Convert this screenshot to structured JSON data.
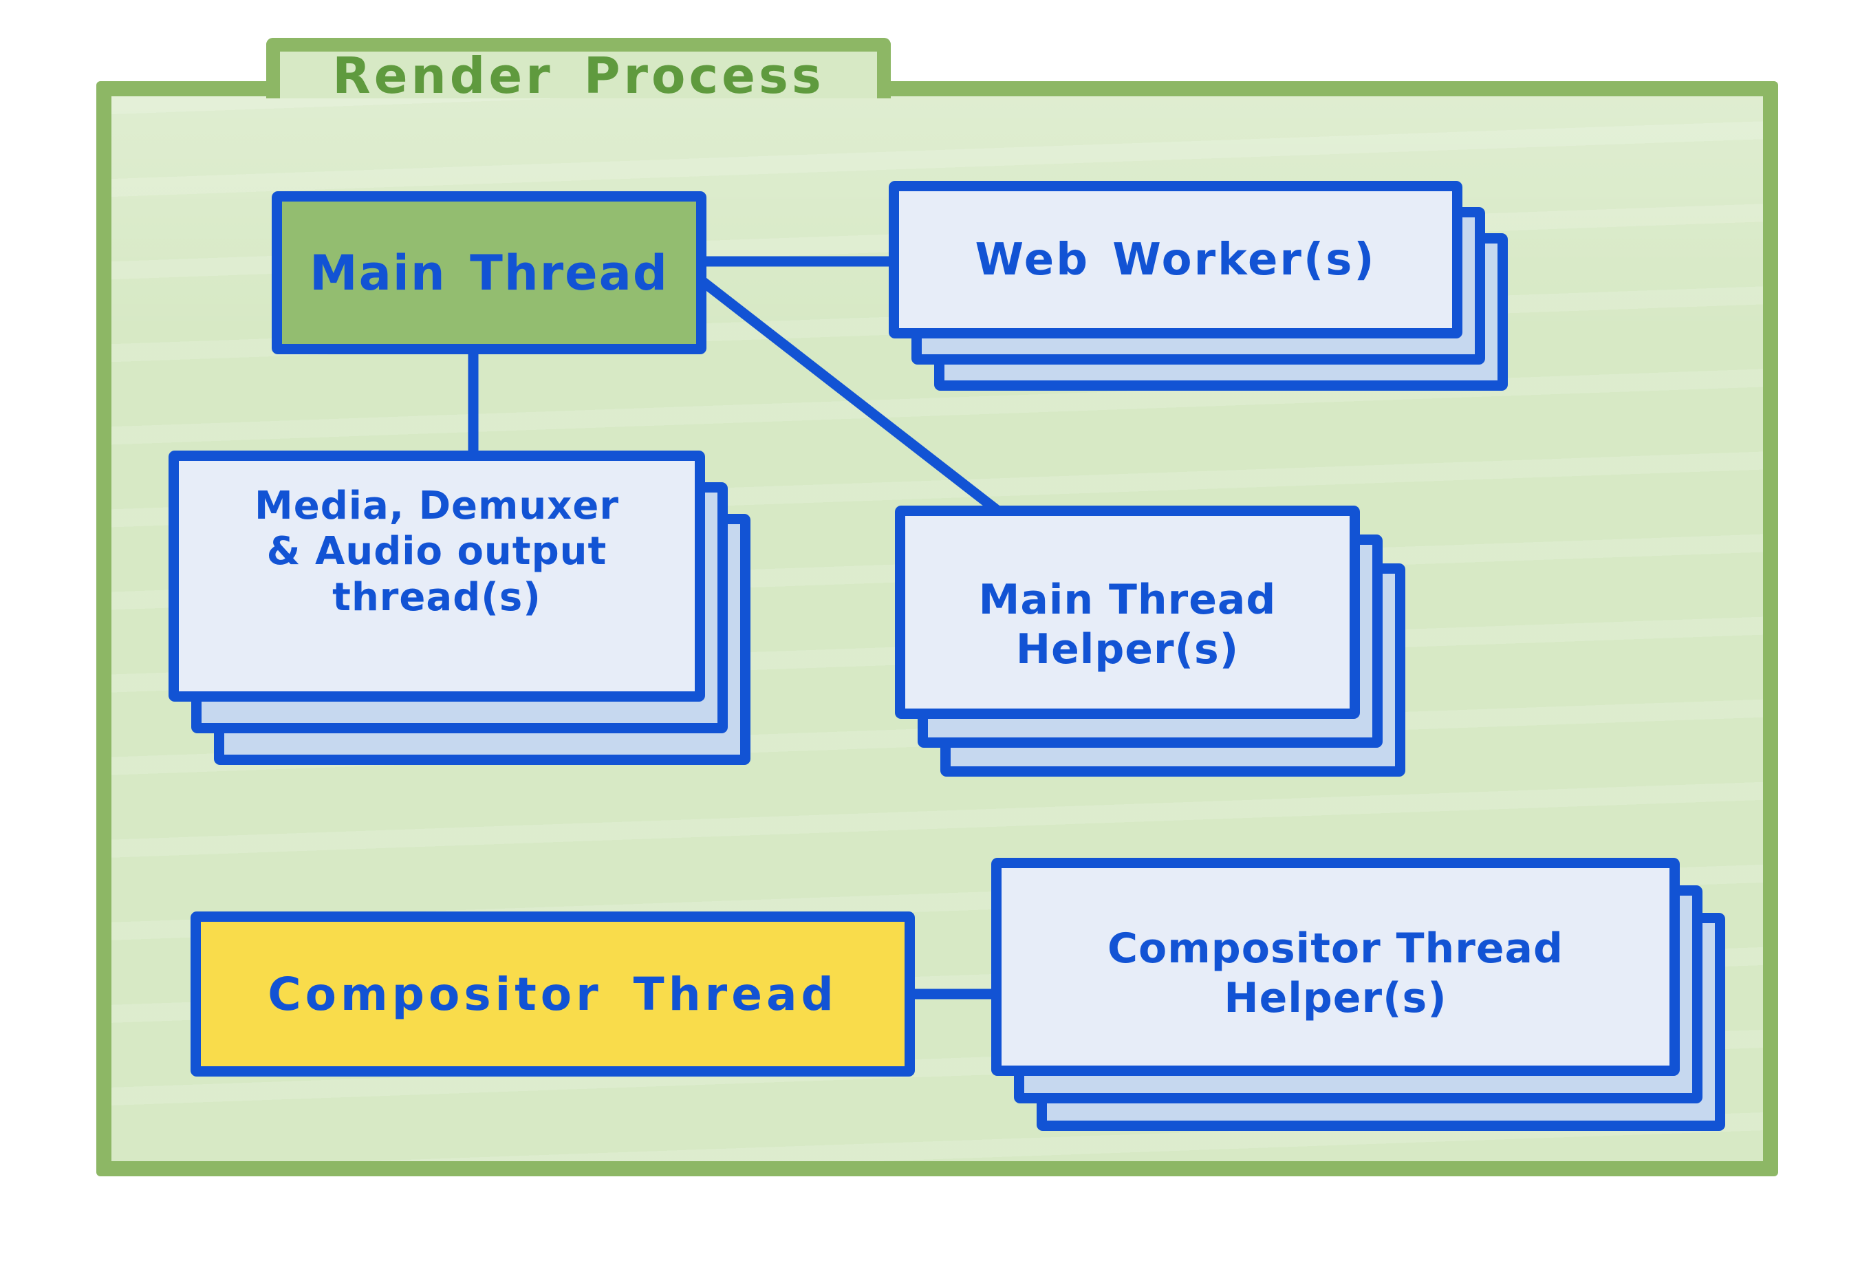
{
  "diagram": {
    "title": "Render Process",
    "nodes": {
      "main_thread": {
        "label": "Main Thread"
      },
      "web_workers": {
        "label": "Web Worker(s)"
      },
      "media_threads": {
        "label": "Media, Demuxer\n& Audio output\nthread(s)"
      },
      "main_thread_helpers": {
        "label": "Main Thread\nHelper(s)"
      },
      "compositor_thread": {
        "label": "Compositor Thread"
      },
      "compositor_thread_helpers": {
        "label": "Compositor Thread\nHelper(s)"
      }
    },
    "edges": [
      {
        "from": "main_thread",
        "to": "web_workers"
      },
      {
        "from": "main_thread",
        "to": "media_threads"
      },
      {
        "from": "main_thread",
        "to": "main_thread_helpers"
      },
      {
        "from": "compositor_thread",
        "to": "compositor_thread_helpers"
      }
    ]
  },
  "colors": {
    "blue": "#1253d4",
    "card_front": "#e7edf8",
    "card_back": "#c6d8ef",
    "folder_fill": "#d7e9c5",
    "folder_border": "#8db765",
    "node_green": "#93bd70",
    "node_yellow": "#f9dc4b",
    "title_green": "#5f9a3e"
  }
}
